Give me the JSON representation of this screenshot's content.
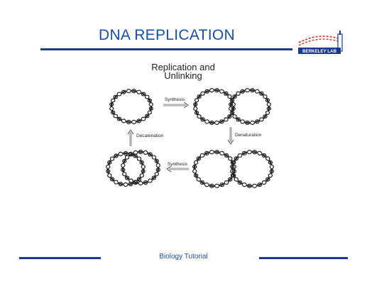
{
  "slide": {
    "title": "DNA REPLICATION",
    "footer": "Biology Tutorial",
    "accent_color": "#1b3a8c",
    "title_color": "#1a4fa0"
  },
  "logo": {
    "text": "BERKELEY LAB",
    "icon": "berkeley-lab-logo-icon"
  },
  "diagram": {
    "heading_line1": "Replication and",
    "heading_line2": "Unlinking",
    "steps": {
      "top_arrow": "Synthesis",
      "right_arrow": "Denaturation",
      "bottom_arrow": "Synthesis",
      "left_arrow": "Decatenation"
    }
  }
}
